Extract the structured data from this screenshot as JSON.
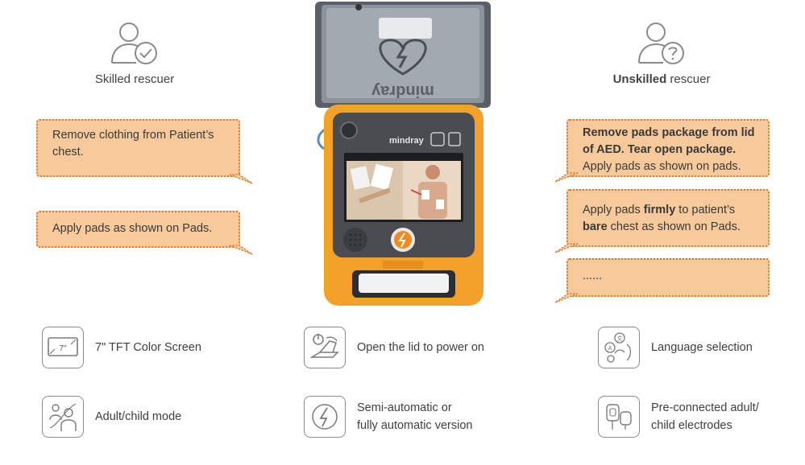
{
  "skilled": {
    "label": "Skilled rescuer",
    "bubbles": [
      "Remove clothing from Patient’s chest.",
      "Apply pads as shown on Pads."
    ]
  },
  "unskilled": {
    "label_bold": "Unskilled",
    "label_rest": " rescuer",
    "bubble1": {
      "bold": "Remove pads package from lid of AED. Tear open package.",
      "rest": "Apply pads as shown on pads."
    },
    "bubble2": {
      "p1": "Apply pads ",
      "b1": "firmly",
      "p2": " to patient’s ",
      "b2": "bare",
      "p3": " chest as shown on Pads."
    },
    "bubble3": "......"
  },
  "device": {
    "brand": "mindray",
    "screen_label": "7\""
  },
  "features": [
    {
      "icon": "screen-size-icon",
      "lines": [
        "7\" TFT Color Screen"
      ]
    },
    {
      "icon": "open-lid-power-icon",
      "lines": [
        "Open the lid to power on"
      ]
    },
    {
      "icon": "language-icon",
      "lines": [
        "Language selection"
      ]
    },
    {
      "icon": "adult-child-icon",
      "lines": [
        "Adult/child mode"
      ]
    },
    {
      "icon": "shock-bolt-icon",
      "lines": [
        "Semi-automatic or",
        "fully automatic version"
      ]
    },
    {
      "icon": "electrodes-icon",
      "lines": [
        "Pre-connected adult/",
        "child electrodes"
      ]
    }
  ],
  "colors": {
    "bubble_fill": "#f7c99b",
    "bubble_border": "#d9772a",
    "device_orange": "#f4a12a",
    "device_gray": "#4a4c52"
  }
}
